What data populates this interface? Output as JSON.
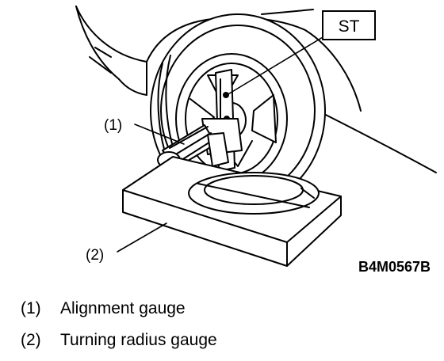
{
  "diagram": {
    "st_label": "ST",
    "callout_1": "(1)",
    "callout_2": "(2)",
    "figure_code": "B4M0567B"
  },
  "legend": {
    "items": [
      {
        "number": "(1)",
        "text": "Alignment gauge"
      },
      {
        "number": "(2)",
        "text": "Turning radius gauge"
      }
    ]
  }
}
